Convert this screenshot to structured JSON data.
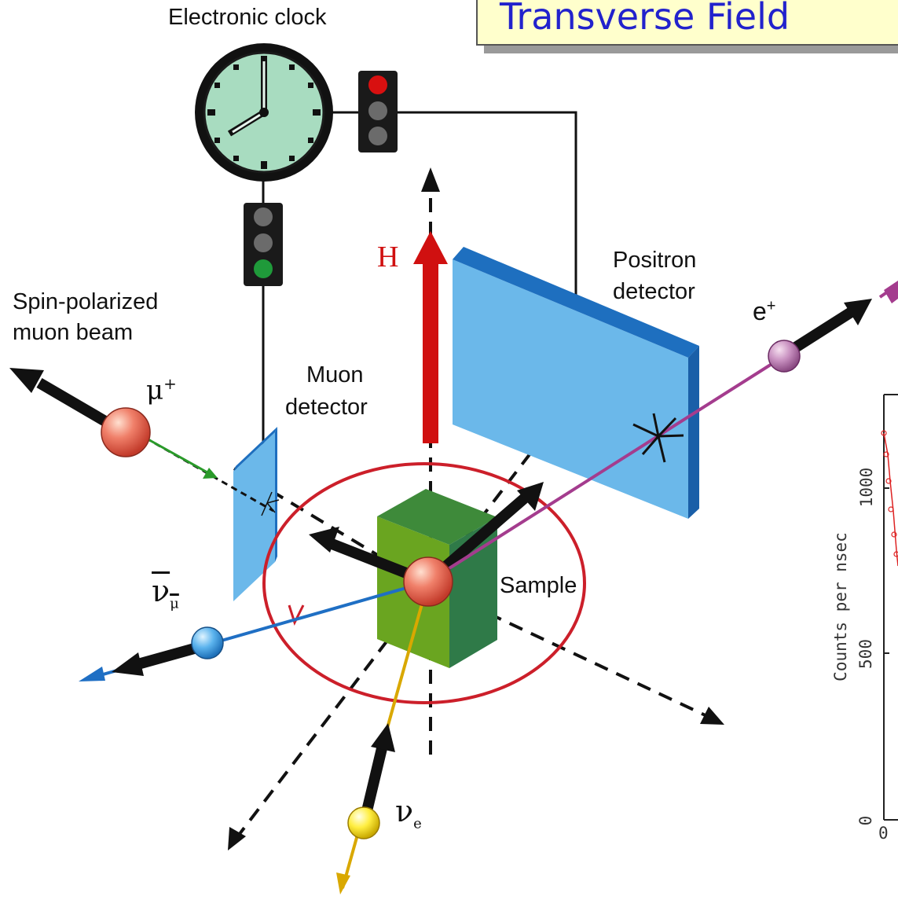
{
  "title": "Transverse Field",
  "labels": {
    "clock": "Electronic clock",
    "beam_line1": "Spin-polarized",
    "beam_line2": "muon beam",
    "muon_det_line1": "Muon",
    "muon_det_line2": "detector",
    "positron_det_line1": "Positron",
    "positron_det_line2": "detector",
    "sample": "Sample",
    "field": "H",
    "mu_plus": "μ",
    "mu_plus_sup": "+",
    "positron": "e",
    "positron_sup": "+",
    "nu_mu_bar": "ν",
    "nu_mu_sub": "μ",
    "nu_e": "ν",
    "nu_e_sub": "e"
  },
  "inset": {
    "ylabel": "Counts per nsec",
    "yticks": [
      "1000",
      "500",
      "0"
    ],
    "xticks": [
      "0"
    ]
  },
  "colors": {
    "field_arrow": "#d01010",
    "detector": "#6bb8ea",
    "detector_edge": "#1e6fbf",
    "sample_front": "#6aa520",
    "sample_side": "#2f7a48",
    "orbit": "#cc1f2a",
    "positron_track": "#a43c8e",
    "muon_track": "#2a9a2a",
    "nu_mu_track": "#1f6fc4",
    "nu_e_track": "#d9a800",
    "clock_face": "#a8dcc0",
    "title_bg": "#ffffcc",
    "title_text": "#2222cc"
  }
}
